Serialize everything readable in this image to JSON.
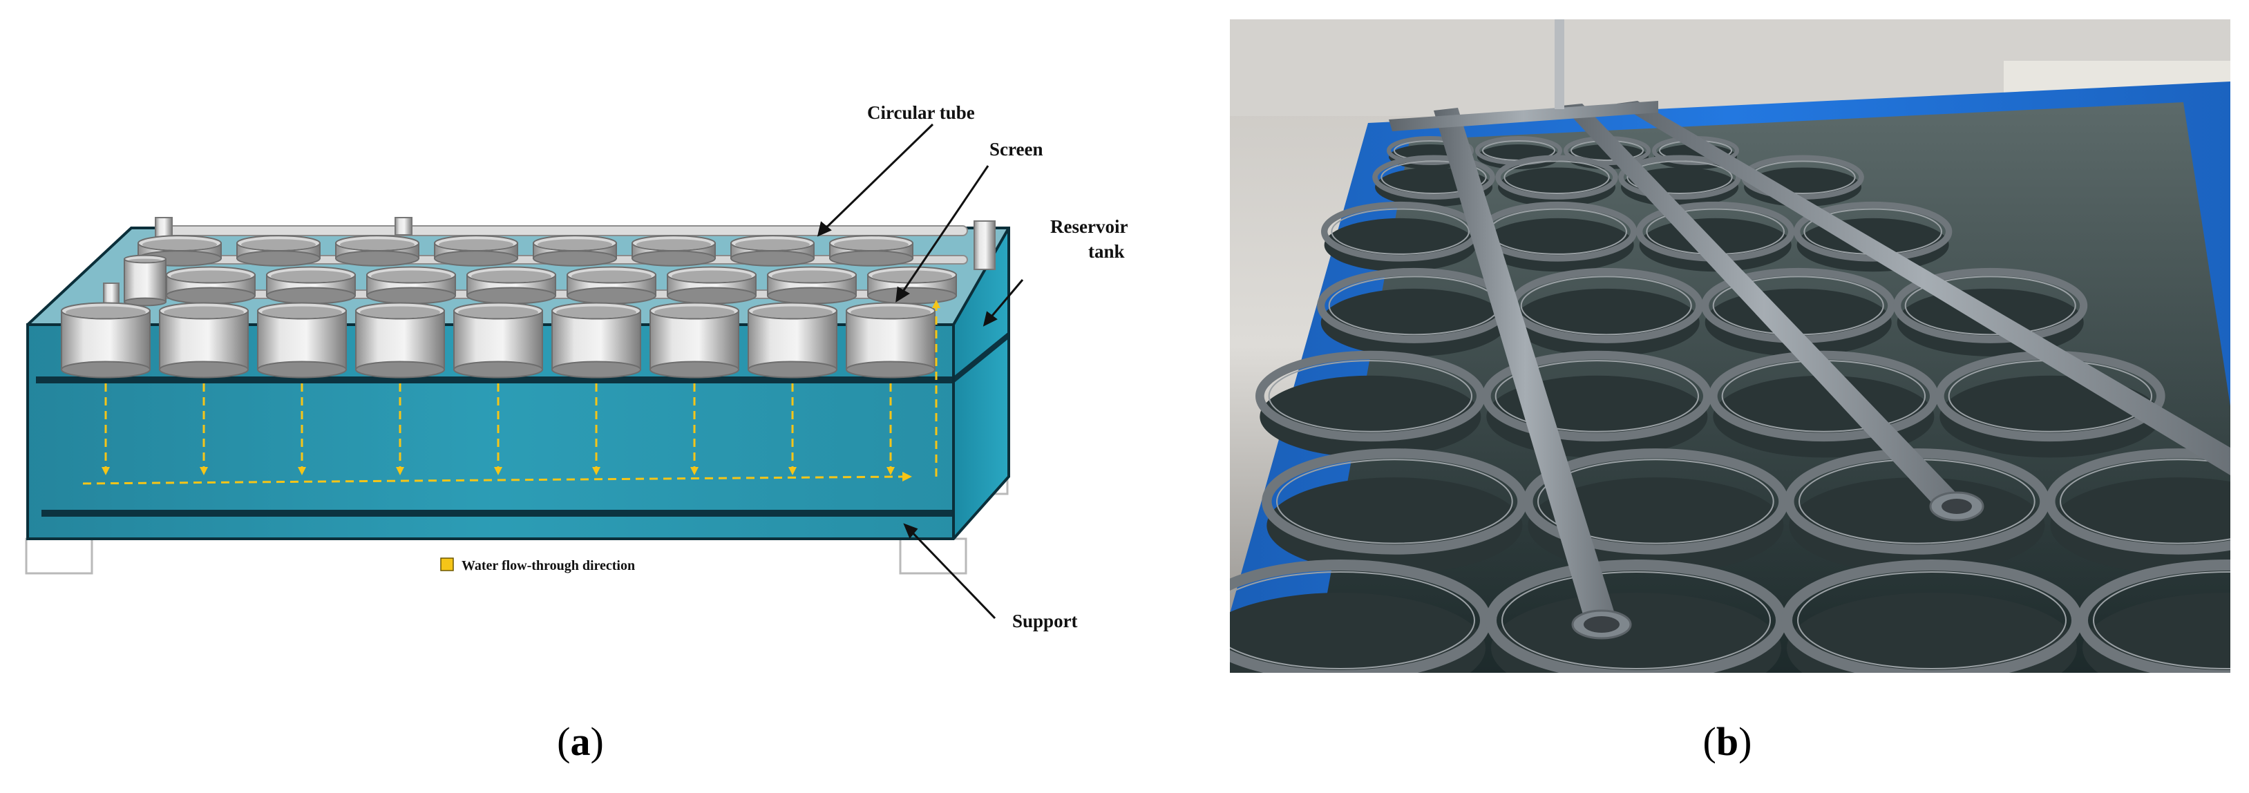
{
  "diagram_a": {
    "labels": {
      "circular_tube": "Circular tube",
      "screen": "Screen",
      "reservoir_tank_line1": "Reservoir",
      "reservoir_tank_line2": "tank",
      "support": "Support"
    },
    "legend": {
      "text": "Water flow-through direction",
      "swatch_color": "#f5c518"
    },
    "colors": {
      "tank_water": "#1f93ad",
      "tank_edge": "#0b2f3a",
      "cylinder": "#c9c9c9",
      "flow_arrow": "#f5c518"
    },
    "front_row_cylinders": 9,
    "middle_row_cylinders": 8,
    "back_row_cylinders": 8
  },
  "photo_b": {
    "colors": {
      "tank_blue": "#1e6fd0",
      "pipe_grey": "#8c9399",
      "wall": "#d8d6d2"
    },
    "cylinder_columns": 4
  },
  "captions": {
    "a_open": "(",
    "a_letter": "a",
    "a_close": ")",
    "b_open": "(",
    "b_letter": "b",
    "b_close": ")"
  }
}
